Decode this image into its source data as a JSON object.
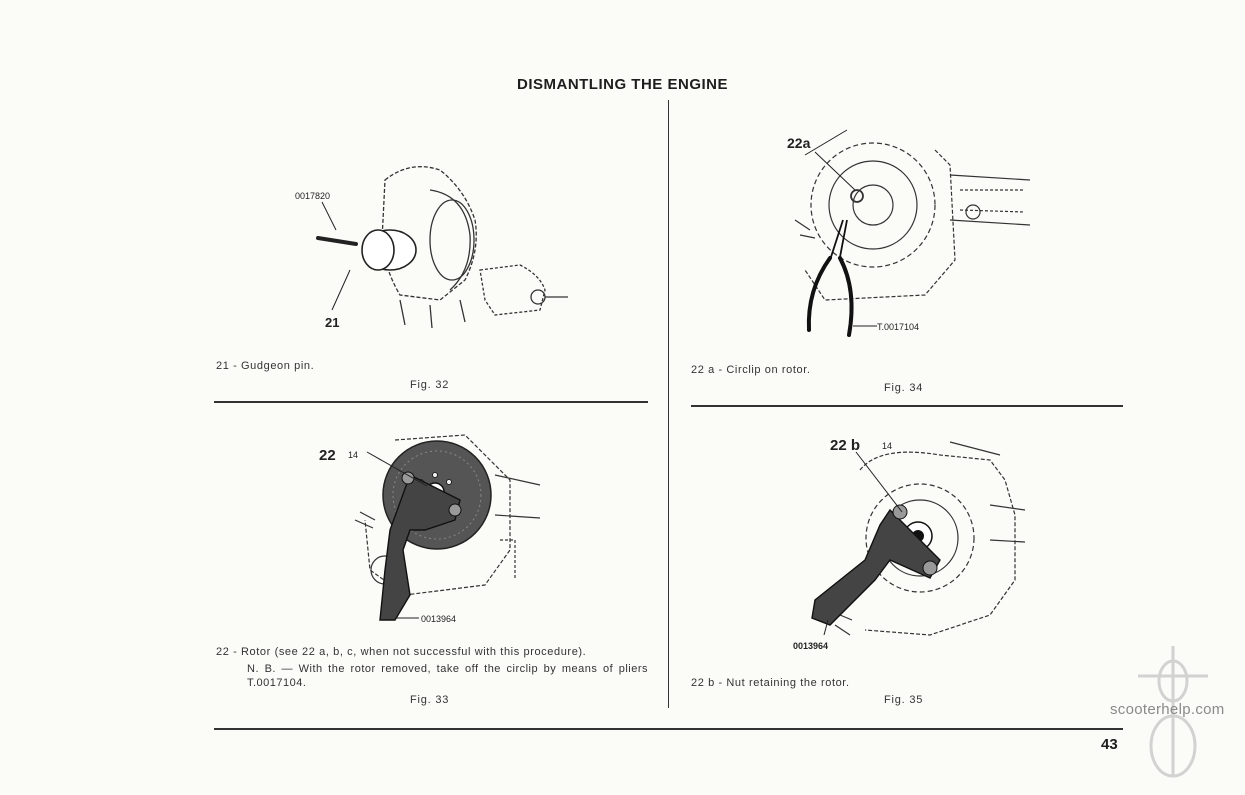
{
  "page": {
    "title": "DISMANTLING THE ENGINE",
    "page_number": "43",
    "watermark": "scooterhelp.com"
  },
  "figures": [
    {
      "id": "fig32",
      "caption": "21 - Gudgeon pin.",
      "fig_label": "Fig. 32",
      "callouts": [
        "0017820",
        "21"
      ]
    },
    {
      "id": "fig34",
      "caption": "22 a - Circlip on rotor.",
      "fig_label": "Fig. 34",
      "callouts": [
        "22a",
        "T.0017104"
      ]
    },
    {
      "id": "fig33",
      "caption": "22 - Rotor (see 22 a, b, c, when not successful with this procedure).",
      "note": "N. B. — With the rotor removed, take off the circlip by means of pliers T.0017104.",
      "fig_label": "Fig. 33",
      "callouts": [
        "22",
        "14",
        "0013964"
      ]
    },
    {
      "id": "fig35",
      "caption": "22 b - Nut retaining the rotor.",
      "fig_label": "Fig. 35",
      "callouts": [
        "22 b",
        "14",
        "0013964"
      ]
    }
  ]
}
